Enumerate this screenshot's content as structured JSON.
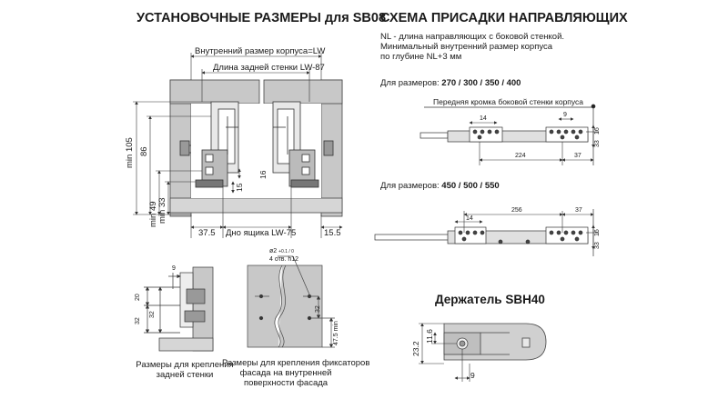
{
  "left": {
    "title": "УСТАНОВОЧНЫЕ РАЗМЕРЫ для SB08",
    "inner_size": "Внутренний размер корпуса=LW",
    "back_wall": "Длина задней стенки  LW-87",
    "bottom": "Дно ящика  LW-75",
    "dim_375": "37.5",
    "dim_155": "15.5",
    "dim_min105": "min 105",
    "dim_86": "86",
    "dim_min49": "min 49",
    "dim_min33": "min 33",
    "dim_16": "16",
    "dim_15": "15"
  },
  "small_left": {
    "dim_9": "9",
    "dim_20": "20",
    "dim_32a": "32",
    "dim_32b": "32",
    "caption_l1": "Размеры  для крепления",
    "caption_l2": "задней стенки"
  },
  "small_right": {
    "hole": "ø2",
    "hole_tol": "+0.1 / 0",
    "holes": "4 отв. h12",
    "dim_32": "32",
    "dim_475": "47.5 min",
    "caption_l1": "Размеры для крепления фиксаторов",
    "caption_l2": "фасада на внутренней",
    "caption_l3": "поверхности фасада"
  },
  "right": {
    "title": "СХЕМА ПРИСАДКИ НАПРАВЛЯЮЩИХ",
    "note_l1": "NL - длина направляющих с боковой стенкой.",
    "note_l2": "Минимальный внутренний размер корпуса",
    "note_l3": "по глубине NL+3 мм",
    "sizes1_prefix": "Для размеров: ",
    "sizes1_values": "270 / 300 / 350 / 400",
    "front_edge": "Передняя кромка боковой стенки корпуса",
    "d1_14": "14",
    "d1_9": "9",
    "d1_224": "224",
    "d1_37": "37",
    "d1_33": "33",
    "d1_16": "16",
    "sizes2_prefix": "Для размеров: ",
    "sizes2_values": "450 / 500 / 550",
    "d2_14": "14",
    "d2_256": "256",
    "d2_37": "37",
    "d2_33": "33",
    "d2_16": "16"
  },
  "holder": {
    "title": "Держатель SBH40",
    "dim_232": "23.2",
    "dim_116": "11.6",
    "dim_9": "9"
  }
}
